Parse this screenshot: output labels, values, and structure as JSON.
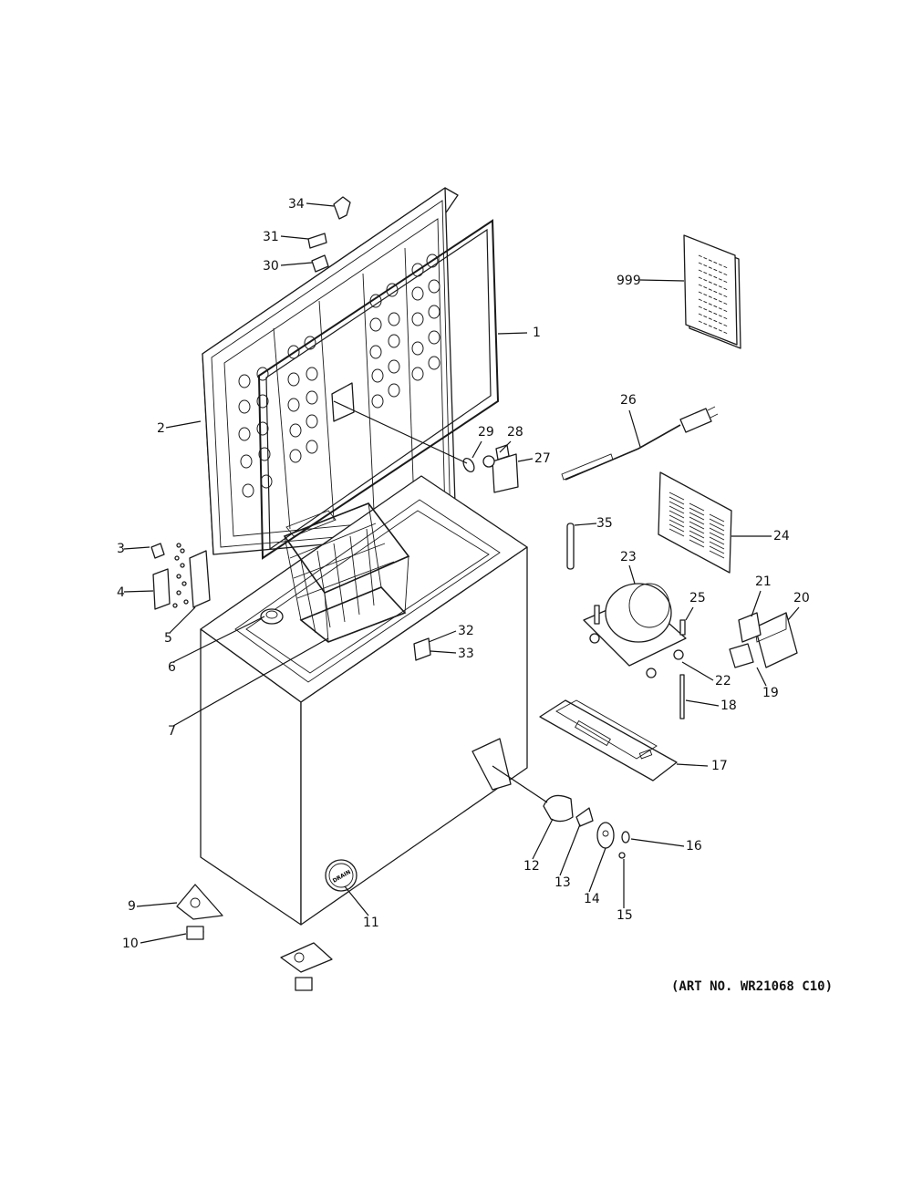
{
  "art_number": "(ART NO. WR21068 C10)",
  "drain_text": "DRAIN",
  "callouts": [
    {
      "id": "1",
      "label": "1"
    },
    {
      "id": "2",
      "label": "2"
    },
    {
      "id": "3",
      "label": "3"
    },
    {
      "id": "4",
      "label": "4"
    },
    {
      "id": "5",
      "label": "5"
    },
    {
      "id": "6",
      "label": "6"
    },
    {
      "id": "7",
      "label": "7"
    },
    {
      "id": "9",
      "label": "9"
    },
    {
      "id": "10",
      "label": "10"
    },
    {
      "id": "11",
      "label": "11"
    },
    {
      "id": "12",
      "label": "12"
    },
    {
      "id": "13",
      "label": "13"
    },
    {
      "id": "14",
      "label": "14"
    },
    {
      "id": "15",
      "label": "15"
    },
    {
      "id": "16",
      "label": "16"
    },
    {
      "id": "17",
      "label": "17"
    },
    {
      "id": "18",
      "label": "18"
    },
    {
      "id": "19",
      "label": "19"
    },
    {
      "id": "20",
      "label": "20"
    },
    {
      "id": "21",
      "label": "21"
    },
    {
      "id": "22",
      "label": "22"
    },
    {
      "id": "23",
      "label": "23"
    },
    {
      "id": "24",
      "label": "24"
    },
    {
      "id": "25",
      "label": "25"
    },
    {
      "id": "26",
      "label": "26"
    },
    {
      "id": "27",
      "label": "27"
    },
    {
      "id": "28",
      "label": "28"
    },
    {
      "id": "29",
      "label": "29"
    },
    {
      "id": "30",
      "label": "30"
    },
    {
      "id": "31",
      "label": "31"
    },
    {
      "id": "32",
      "label": "32"
    },
    {
      "id": "33",
      "label": "33"
    },
    {
      "id": "34",
      "label": "34"
    },
    {
      "id": "35",
      "label": "35"
    },
    {
      "id": "999",
      "label": "999"
    }
  ]
}
